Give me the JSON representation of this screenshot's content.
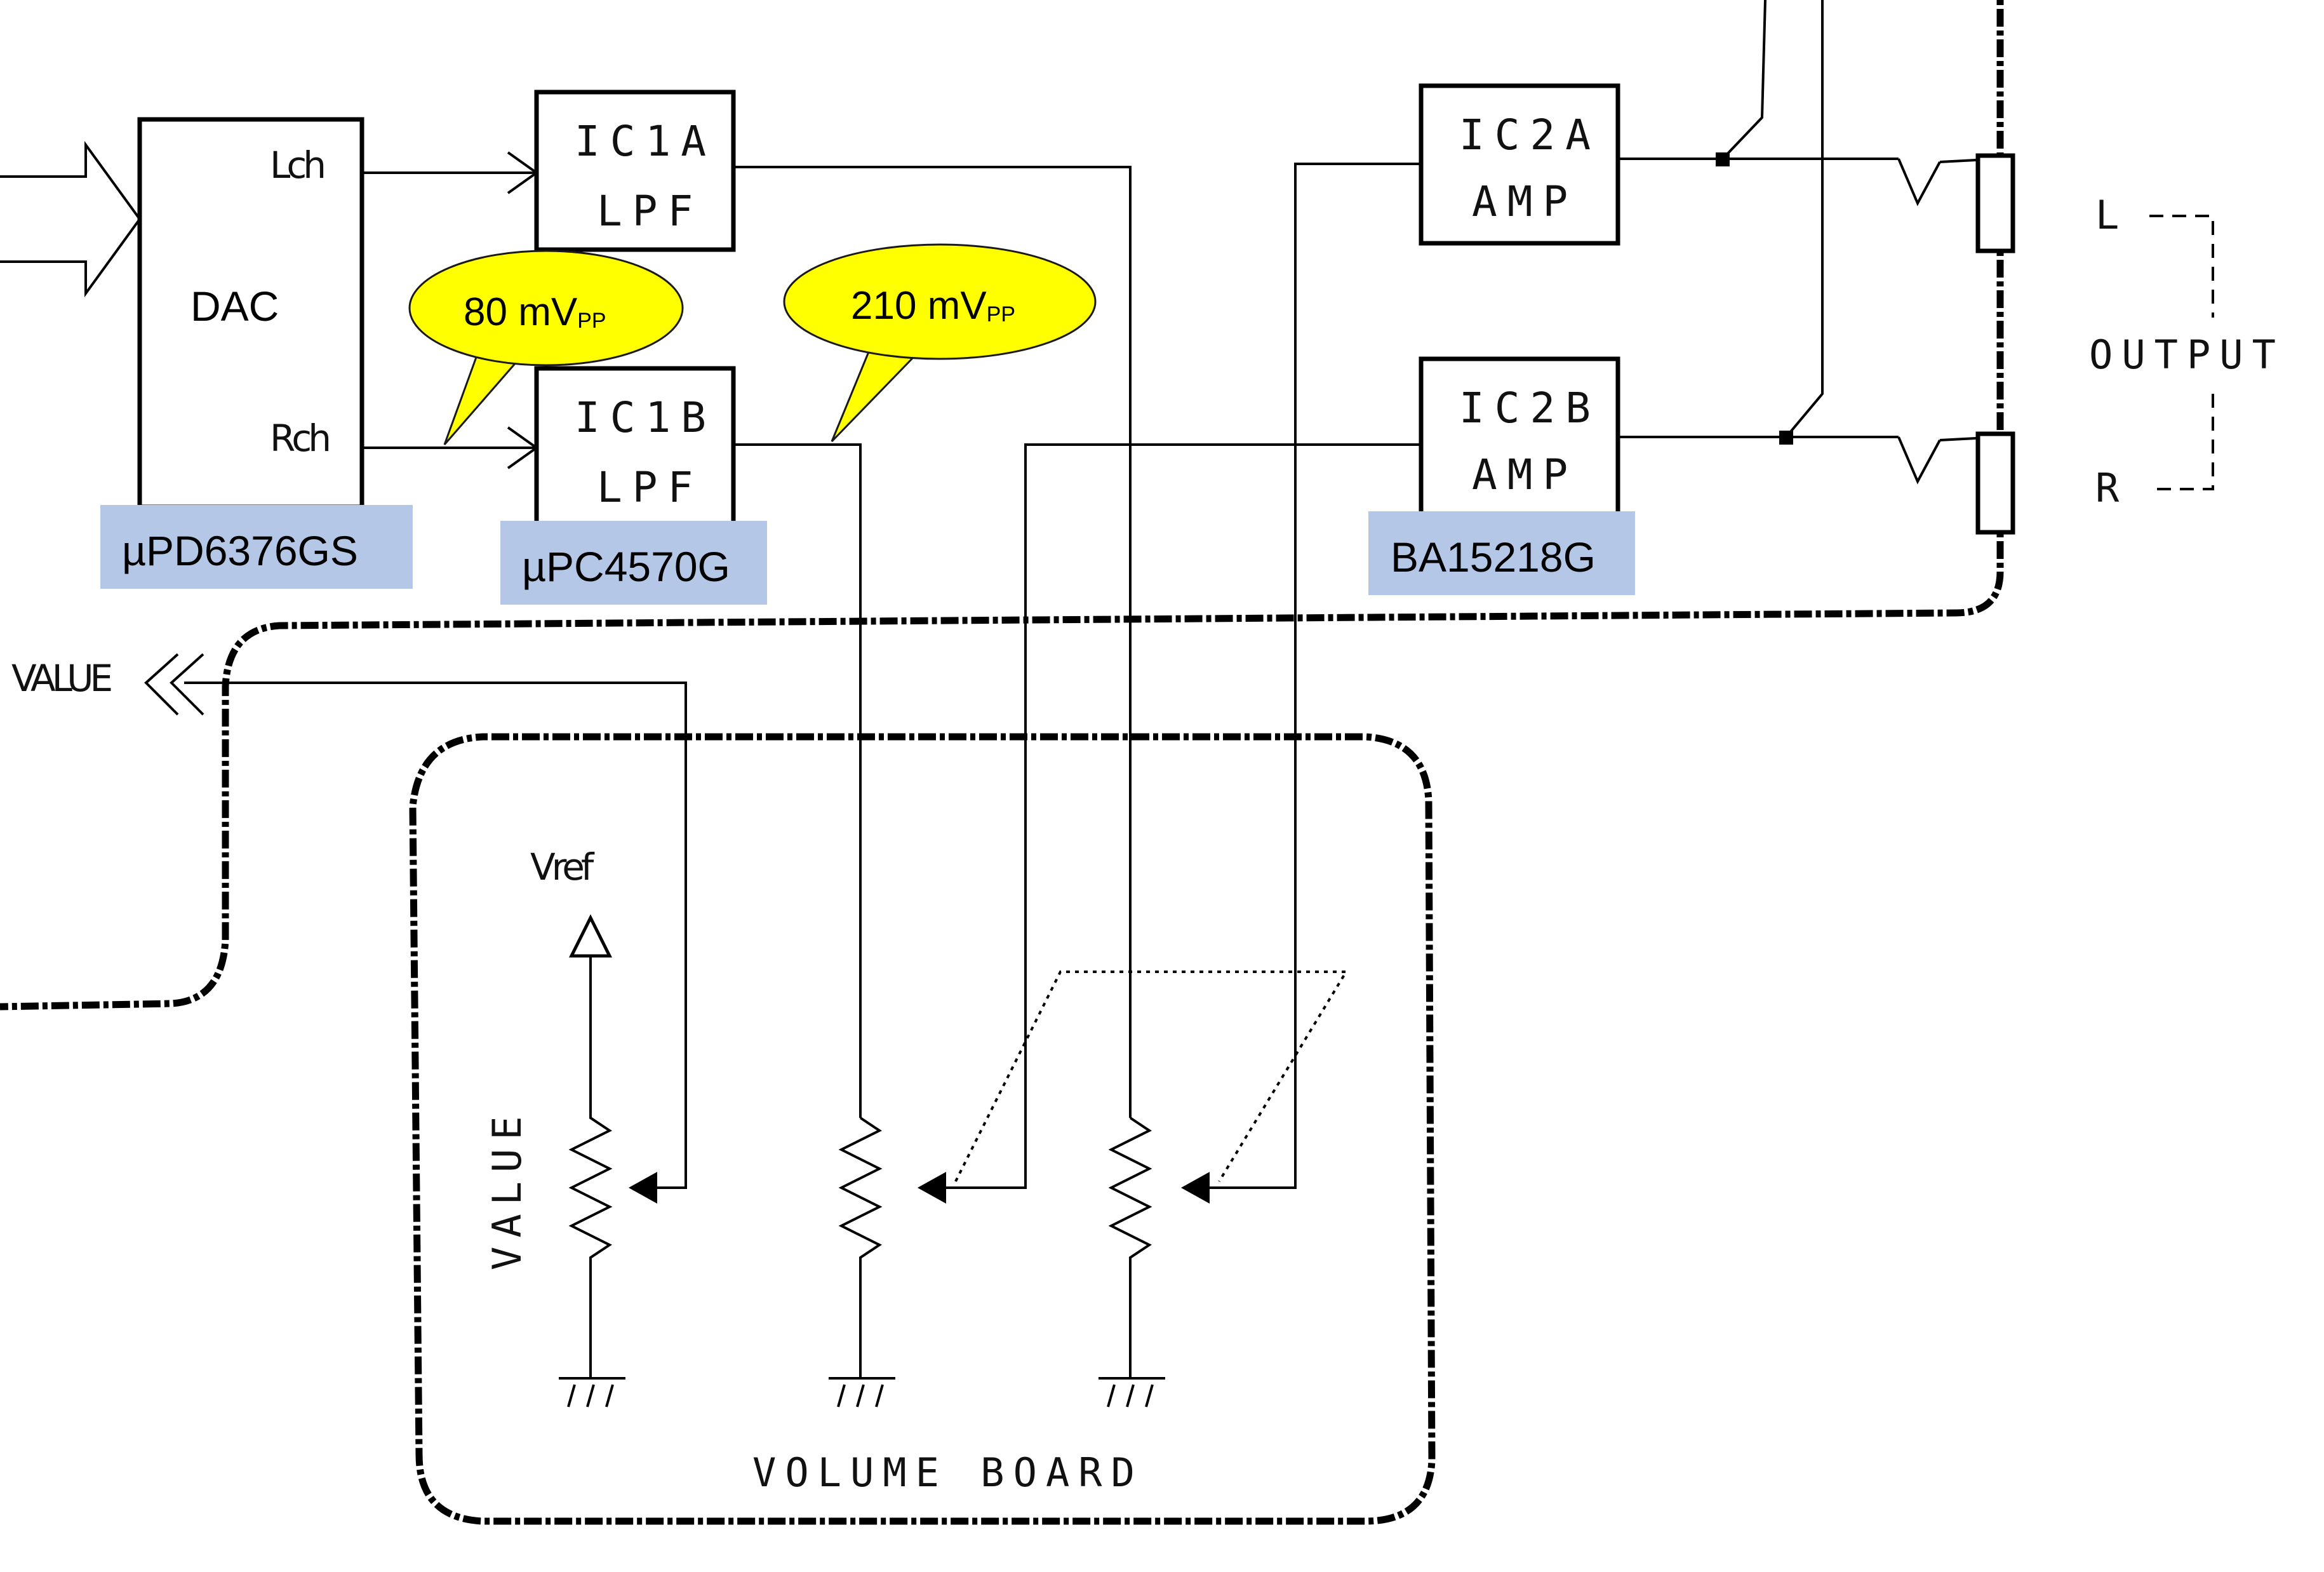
{
  "dac": {
    "label": "DAC",
    "lch": "Lch",
    "rch": "Rch"
  },
  "ic1a": {
    "line1": "IC1A",
    "line2": "LPF"
  },
  "ic1b": {
    "line1": "IC1B",
    "line2": "LPF"
  },
  "ic2a": {
    "line1": "IC2A",
    "line2": "AMP"
  },
  "ic2b": {
    "line1": "IC2B",
    "line2": "AMP"
  },
  "output": {
    "label": "OUTPUT",
    "left": "L",
    "right": "R"
  },
  "value_in": "VALUE",
  "vref": "Vref",
  "pot_label": "VALUE",
  "volume_board": "VOLUME BOARD",
  "part_labels": {
    "dac": "µPD6376GS",
    "lpf": "µPC4570G",
    "amp": "BA15218G"
  },
  "bubbles": [
    {
      "value": "80 mV",
      "unit_sub": "PP"
    },
    {
      "value": "210 mV",
      "unit_sub": "PP"
    }
  ],
  "colors": {
    "bubble_fill": "#FFFF00",
    "label_fill": "#B4C7E7",
    "line": "#000000"
  },
  "icons": [
    "input-arrow-icon",
    "resistor-icon",
    "ground-icon",
    "triangle-ref-icon",
    "wiper-arrow-icon"
  ]
}
